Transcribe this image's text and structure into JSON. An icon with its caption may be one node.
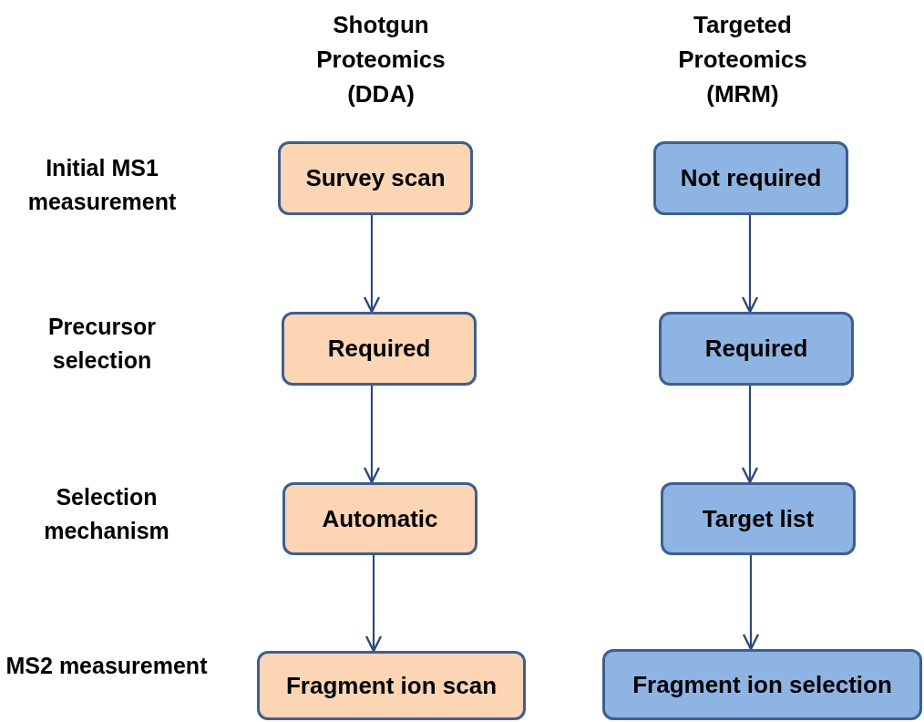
{
  "diagram": {
    "nodes": [
      {
        "text": [
          "Survey scan"
        ]
      },
      {
        "text": [
          "Required"
        ]
      },
      {
        "text": [
          "Automatic"
        ]
      },
      {
        "text": [
          "Fragment ion scan"
        ]
      },
      {
        "text": [
          "Not required"
        ]
      },
      {
        "text": [
          "Required"
        ]
      },
      {
        "text": [
          "Target list"
        ]
      },
      {
        "text": [
          "Fragment ion selection"
        ]
      }
    ],
    "edges": [
      {
        "from": 0,
        "to": 1,
        "arrow": "to"
      },
      {
        "from": 1,
        "to": 2,
        "arrow": "to"
      },
      {
        "from": 2,
        "to": 3,
        "arrow": "to"
      },
      {
        "from": 4,
        "to": 5,
        "arrow": "to"
      },
      {
        "from": 5,
        "to": 6,
        "arrow": "to"
      },
      {
        "from": 6,
        "to": 7,
        "arrow": "to"
      }
    ],
    "labels": [
      "Shotgun Proteomics (DDA)",
      "Targeted Proteomics (MRM)",
      "Initial MS1 measurement",
      "Precursor selection",
      "Selection mechanism",
      "MS2 measurement"
    ]
  }
}
